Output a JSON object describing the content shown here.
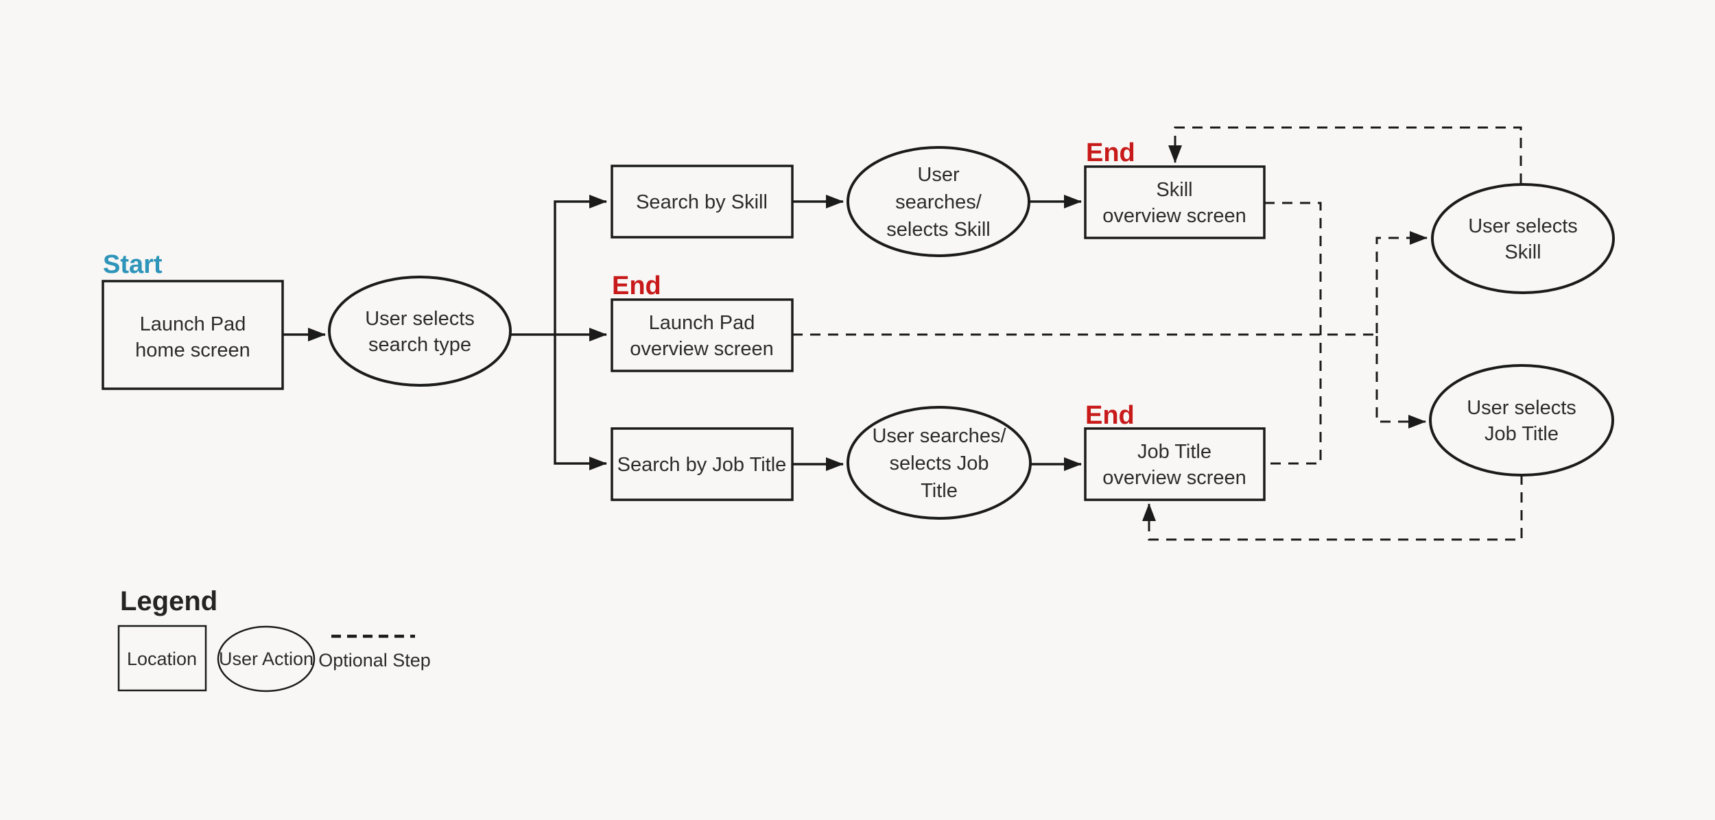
{
  "colors": {
    "background": "#f8f7f5",
    "line": "#1b1b1b",
    "text": "#2d2a2b",
    "start_label": "#2e94b9",
    "end_label": "#c81a1a"
  },
  "markers": {
    "start": "Start",
    "end": "End"
  },
  "nodes": {
    "launch_home": {
      "shape": "rectangle",
      "role": "location",
      "lines": [
        "Launch Pad",
        "home screen"
      ]
    },
    "select_search_type": {
      "shape": "ellipse",
      "role": "user-action",
      "lines": [
        "User selects",
        "search type"
      ]
    },
    "search_by_skill": {
      "shape": "rectangle",
      "role": "location",
      "lines": [
        "Search by Skill"
      ]
    },
    "launchpad_overview": {
      "shape": "rectangle",
      "role": "location",
      "end_marker": true,
      "lines": [
        "Launch Pad",
        "overview screen"
      ]
    },
    "search_by_job_title": {
      "shape": "rectangle",
      "role": "location",
      "lines": [
        "Search by Job Title"
      ]
    },
    "user_searches_selects_skill": {
      "shape": "ellipse",
      "role": "user-action",
      "lines": [
        "User",
        "searches/",
        "selects Skill"
      ]
    },
    "user_searches_selects_job_title": {
      "shape": "ellipse",
      "role": "user-action",
      "lines": [
        "User searches/",
        "selects Job",
        "Title"
      ]
    },
    "skill_overview": {
      "shape": "rectangle",
      "role": "location",
      "end_marker": true,
      "lines": [
        "Skill",
        "overview screen"
      ]
    },
    "job_title_overview": {
      "shape": "rectangle",
      "role": "location",
      "end_marker": true,
      "lines": [
        "Job Title",
        "overview screen"
      ]
    },
    "user_selects_skill": {
      "shape": "ellipse",
      "role": "user-action",
      "lines": [
        "User selects",
        "Skill"
      ]
    },
    "user_selects_job_title": {
      "shape": "ellipse",
      "role": "user-action",
      "lines": [
        "User selects",
        "Job Title"
      ]
    }
  },
  "edges": [
    {
      "from": "launch_home",
      "to": "select_search_type",
      "style": "solid"
    },
    {
      "from": "select_search_type",
      "to": "search_by_skill",
      "style": "solid"
    },
    {
      "from": "select_search_type",
      "to": "launchpad_overview",
      "style": "solid"
    },
    {
      "from": "select_search_type",
      "to": "search_by_job_title",
      "style": "solid"
    },
    {
      "from": "search_by_skill",
      "to": "user_searches_selects_skill",
      "style": "solid"
    },
    {
      "from": "user_searches_selects_skill",
      "to": "skill_overview",
      "style": "solid"
    },
    {
      "from": "search_by_job_title",
      "to": "user_searches_selects_job_title",
      "style": "solid"
    },
    {
      "from": "user_searches_selects_job_title",
      "to": "job_title_overview",
      "style": "solid"
    },
    {
      "from": "user_selects_skill",
      "to": "skill_overview",
      "style": "dashed"
    },
    {
      "from": "user_selects_job_title",
      "to": "job_title_overview",
      "style": "dashed"
    },
    {
      "from": "skill_overview",
      "to": "optional-bus",
      "style": "dashed"
    },
    {
      "from": "launchpad_overview",
      "to": "optional-bus",
      "style": "dashed"
    },
    {
      "from": "job_title_overview",
      "to": "optional-bus",
      "style": "dashed"
    },
    {
      "from": "optional-bus",
      "to": "user_selects_skill",
      "style": "dashed"
    },
    {
      "from": "optional-bus",
      "to": "user_selects_job_title",
      "style": "dashed"
    }
  ],
  "legend": {
    "title": "Legend",
    "items": [
      {
        "label": "Location",
        "symbol": "rectangle"
      },
      {
        "label": "User Action",
        "symbol": "ellipse"
      },
      {
        "label": "Optional Step",
        "symbol": "dashed-line"
      }
    ]
  }
}
